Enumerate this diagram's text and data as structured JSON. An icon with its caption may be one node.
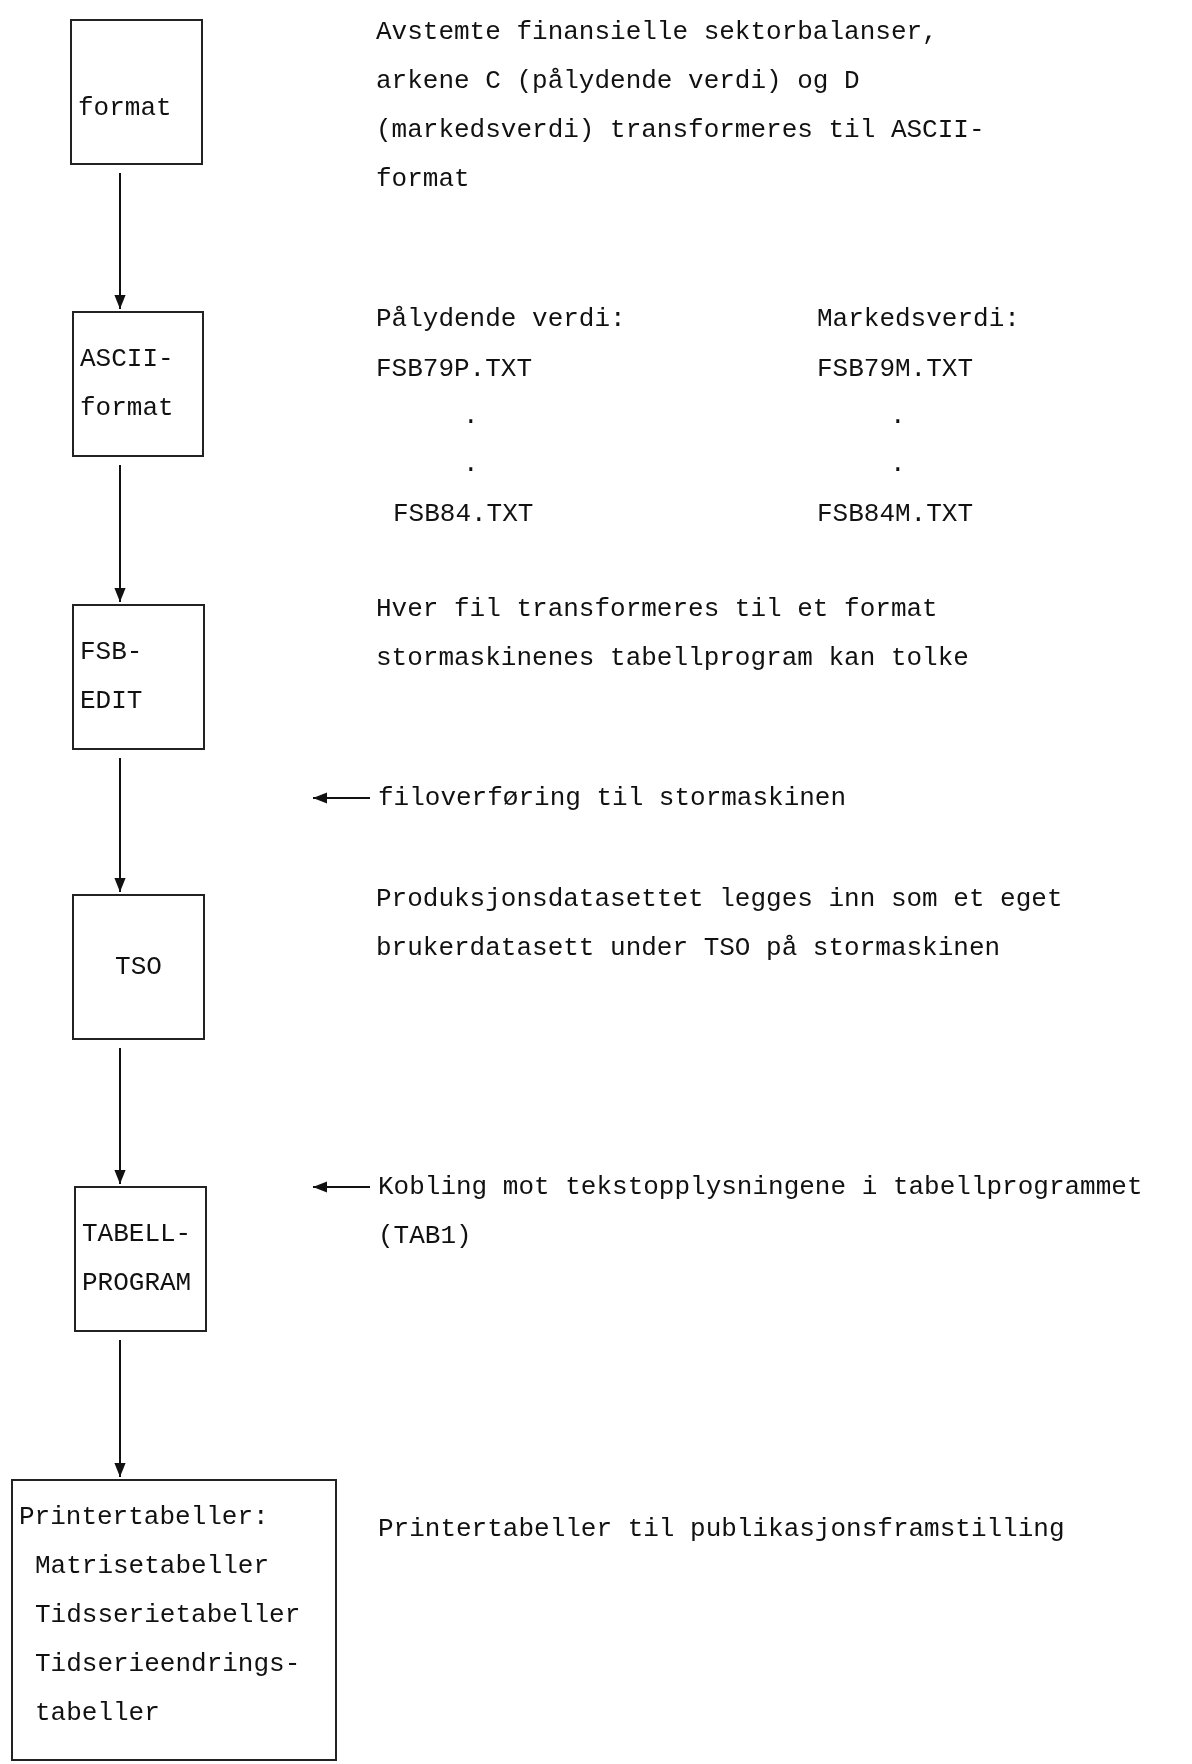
{
  "diagram": {
    "nodes": [
      {
        "text": [
          "format"
        ]
      },
      {
        "text": [
          "ASCII- format"
        ]
      },
      {
        "text": [
          "FSB- EDIT"
        ]
      },
      {
        "text": [
          "TSO"
        ]
      },
      {
        "text": [
          "TABELL- PROGRAM"
        ]
      },
      {
        "text": [
          "Printertabeller:",
          "Matrisetabeller",
          "Tidsserietabeller",
          "Tidserieendrings- tabeller"
        ]
      },
      {
        "text": [
          "filoverføring til stormaskinen"
        ]
      },
      {
        "text": [
          "Kobling mot tekstopplysningene i tabellprogrammet (TAB1)"
        ]
      }
    ],
    "edges": [
      {
        "from": 0,
        "to": 1,
        "arrow": "to"
      },
      {
        "from": 1,
        "to": 2,
        "arrow": "to"
      },
      {
        "from": 2,
        "to": 3,
        "arrow": "to"
      },
      {
        "from": 3,
        "to": 4,
        "arrow": "to"
      },
      {
        "from": 4,
        "to": 5,
        "arrow": "to"
      },
      {
        "from": 6,
        "to": null,
        "arrow": "to"
      },
      {
        "from": 7,
        "to": null,
        "arrow": "to"
      }
    ],
    "labels": [
      "Avstemte finansielle sektorbalanser, arkene C (pålydende verdi) og D (markedsverdi) transformeres til ASCII-format",
      "Pålydende verdi:",
      "Markedsverdi:",
      "FSB79P.TXT",
      "FSB79M.TXT",
      ".",
      ".",
      ".",
      ".",
      "FSB84.TXT",
      "FSB84M.TXT",
      "Hver fil transformeres til et format stormaskinenes tabellprogram kan tolke",
      "Produksjonsdatasettet legges inn som et eget brukerdatasett under TSO på stormaskinen",
      "Printertabeller til publikasjonsframstilling"
    ]
  }
}
